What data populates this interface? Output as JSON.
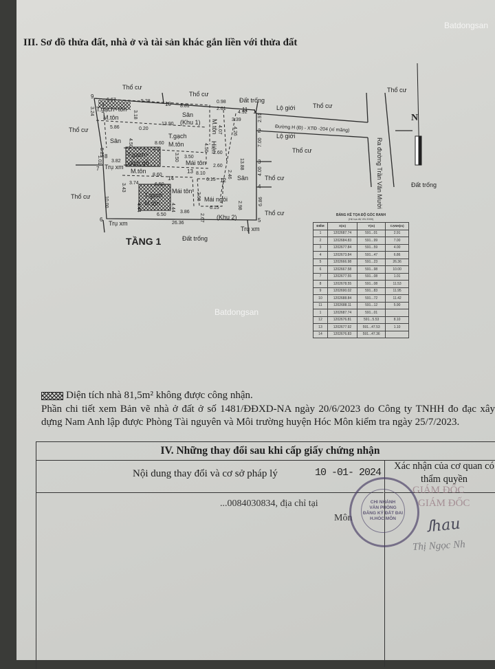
{
  "section3": {
    "title": "III. Sơ đồ thửa đất, nhà ở và tài sản khác gắn liền với thửa đất"
  },
  "watermarks": [
    "Batdongsan",
    "Batdongsan"
  ],
  "diagram": {
    "floor_label": "TẦNG 1",
    "labels": [
      "Thổ cư",
      "Thổ cư",
      "Đất trống",
      "Thổ cư",
      "Thổ cư",
      "Thổ cư",
      "Thổ cư",
      "Thổ cư",
      "Thổ cư",
      "Thổ cư",
      "Đất trống",
      "Đất trống",
      "Lộ giới",
      "Lộ giới",
      "Đường H (Đ) - XTĐ -204 (xí măng)",
      "Ra đường Trần Văn Mười",
      "Sân",
      "(Khu 1)",
      "T.gạch",
      "M.tôn",
      "Sân",
      "T.gạch+tôn",
      "M.tôn",
      "T.gạch+",
      "vách gỗ",
      "M.tôn",
      "Mái tôn",
      "Mái tôn",
      "T.gạch",
      "M.tôn",
      "Mái ngói",
      "(Khu 2)",
      "Sân",
      "Hiên",
      "M.tôn",
      "Trụ xm",
      "Trụ xm",
      "Trụ xm",
      "6.67",
      "5.28",
      "8.81",
      "0.98",
      "4.92",
      "2.91",
      "7.00",
      "4.00",
      "6.86",
      "26.36",
      "10.00",
      "1.01",
      "3.82",
      "13.90",
      "8.60",
      "8.60",
      "8.10",
      "6.50",
      "6.50",
      "6.15",
      "6.15",
      "3.74",
      "3.86",
      "13.88",
      "4.50",
      "2.60",
      "3.50",
      "2.61",
      "3.39",
      "4.07",
      "5.86",
      "0.20",
      "3.24",
      "3.18",
      "4.50",
      "3.43",
      "4.44",
      "4.44",
      "2.98",
      "2.67",
      "2.98",
      "4.26",
      "3.50",
      "2.60",
      "2.46",
      "5.29",
      "1",
      "2",
      "3",
      "4",
      "5",
      "6",
      "7",
      "8",
      "9",
      "10",
      "11",
      "12",
      "13",
      "14"
    ]
  },
  "coord_table": {
    "title": "BẢNG KÊ TỌA ĐỘ GÓC RANH",
    "subtitle": "(Hệ tọa độ VN 2000)",
    "headers": [
      "ĐIỂM",
      "X(m)",
      "Y(m)",
      "CẠNH(m)"
    ],
    "rows": [
      [
        "1",
        "1202687.74",
        "591...01",
        "2.91"
      ],
      [
        "2",
        "1202684.83",
        "591...99",
        "7.00"
      ],
      [
        "3",
        "1202677.84",
        "591...59",
        "4.00"
      ],
      [
        "4",
        "1202673.84",
        "591...47",
        "6.86"
      ],
      [
        "5",
        "1202666.98",
        "591...23",
        "26.36"
      ],
      [
        "6",
        "1202667.58",
        "591...98",
        "10.00"
      ],
      [
        "7",
        "1202677.55",
        "591...08",
        "1.01"
      ],
      [
        "8",
        "1202678.55",
        "591...08",
        "11.53"
      ],
      [
        "9",
        "1202690.02",
        "591...83",
        "11.95"
      ],
      [
        "10",
        "1202688.84",
        "591...72",
        "11.42"
      ],
      [
        "11",
        "1202688.11",
        "591...12",
        "5.90"
      ],
      [
        "1",
        "1202687.74",
        "591...01",
        ""
      ]
    ],
    "rows2": [
      [
        "12",
        "1202676.81",
        "591...5.53",
        "8.10"
      ],
      [
        "13",
        "1202677.92",
        "591...47.53",
        "1.10"
      ],
      [
        "14",
        "1202676.83",
        "591...47.36",
        ""
      ]
    ]
  },
  "note": {
    "hatch_line": "Diện tích nhà 81,5m² không được công nhận.",
    "detail": "Phần chi tiết xem Bản vẽ nhà ở đất ở số 1481/ĐĐXD-NA ngày 20/6/2023 do Công ty TNHH đo đạc xây dựng Nam Anh lập được Phòng Tài nguyên và Môi trường huyện Hóc Môn kiểm tra ngày 25/7/2023."
  },
  "section4": {
    "title": "IV. Những thay đổi sau khi cấp giấy chứng nhận",
    "col1_header": "Nội dung thay đổi và cơ sở pháp lý",
    "date": "10 -01- 2024",
    "col2_header": "Xác nhận của cơ quan có thẩm quyền",
    "entry_line": "...0084030834, địa chỉ tại",
    "entry_line2": "Môn",
    "roles": [
      "GIÁM ĐỐC",
      "GIÁM ĐỐC"
    ],
    "stamp_text": [
      "CHI NHÁNH",
      "VĂN PHÒNG",
      "ĐĂNG KÝ ĐẤT ĐAI",
      "H.HÓC MÔN"
    ],
    "signer": "Thị Ngọc Nh"
  }
}
